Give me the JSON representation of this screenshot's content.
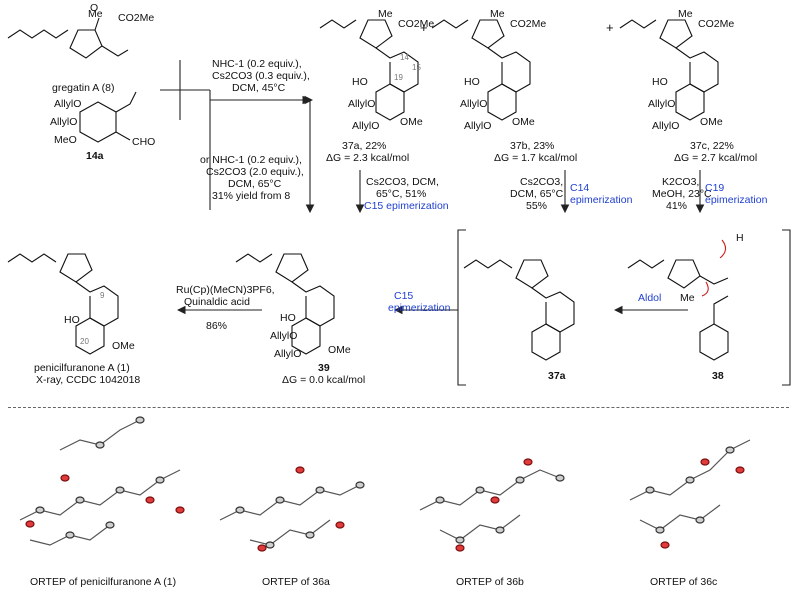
{
  "top_left": {
    "gregatin": "gregatin A (8)",
    "aldehyde": "14a"
  },
  "step1": {
    "l1": "NHC-1 (0.2 equiv.),",
    "l2": "Cs2CO3 (0.3 equiv.),",
    "l3": "DCM, 45°C"
  },
  "step2": {
    "l1": "or NHC-1 (0.2 equiv.),",
    "l2": "Cs2CO3 (2.0 equiv.),",
    "l3": "DCM, 65°C",
    "l4": "31% yield from 8"
  },
  "products": [
    {
      "label": "37a, 22%",
      "dg": "ΔG = 2.3 kcal/mol"
    },
    {
      "label": "37b, 23%",
      "dg": "ΔG = 1.7 kcal/mol"
    },
    {
      "label": "37c, 22%",
      "dg": "ΔG = 2.7 kcal/mol"
    }
  ],
  "plus": "+",
  "conv_a": {
    "l1": "Cs2CO3, DCM,",
    "l2": "65°C, 51%",
    "note": "C15 epimerization"
  },
  "conv_b": {
    "l1": "Cs2CO3,",
    "l2": "DCM, 65°C",
    "l3": "55%",
    "note1": "C14",
    "note2": "epimerization"
  },
  "conv_c": {
    "l1": "K2CO3,",
    "l2": "MeOH, 23°C",
    "l3": "41%",
    "note1": "C19",
    "note2": "epimerization"
  },
  "bottom": {
    "final1": "penicilfuranone A (1)",
    "final2": "X-ray, CCDC 1042018",
    "ru1": "Ru(Cp)(MeCN)3PF6,",
    "ru2": "Quinaldic acid",
    "ru3": "86%",
    "c39": "39",
    "c39dg": "ΔG = 0.0 kcal/mol",
    "epi1": "C15",
    "epi2": "epimerization",
    "c37a": "37a",
    "aldol": "Aldol",
    "c38": "38"
  },
  "struct_labels": {
    "me": "Me",
    "co2me": "CO2Me",
    "ho": "HO",
    "allylo": "AllylO",
    "ome": "OMe",
    "meo": "MeO",
    "cho": "CHO",
    "o": "O",
    "h": "H",
    "mec": "Me",
    "n14": "14",
    "n15": "15",
    "n19": "19",
    "n9": "9",
    "n20": "20"
  },
  "ortep": [
    "ORTEP of penicilfuranone A (1)",
    "ORTEP of 36a",
    "ORTEP of 36b",
    "ORTEP of 36c"
  ]
}
